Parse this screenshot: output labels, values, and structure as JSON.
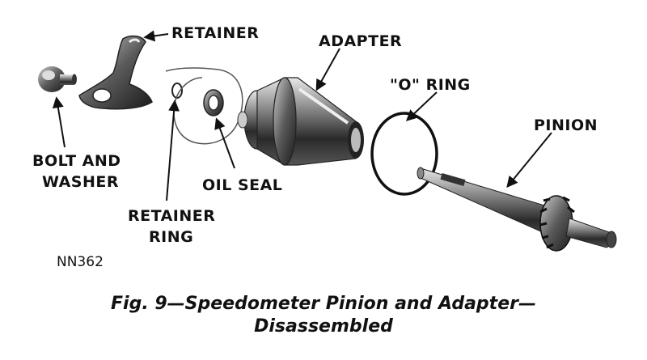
{
  "labels": {
    "retainer": "RETAINER",
    "adapter": "ADAPTER",
    "o_ring": "\"O\" RING",
    "pinion": "PINION",
    "bolt_washer_line1": "BOLT AND",
    "bolt_washer_line2": "WASHER",
    "oil_seal": "OIL SEAL",
    "retainer_ring_line1": "RETAINER",
    "retainer_ring_line2": "RING"
  },
  "figure_code": "NN362",
  "caption": {
    "line1": "Fig. 9—Speedometer Pinion and Adapter—",
    "line2": "Disassembled"
  }
}
